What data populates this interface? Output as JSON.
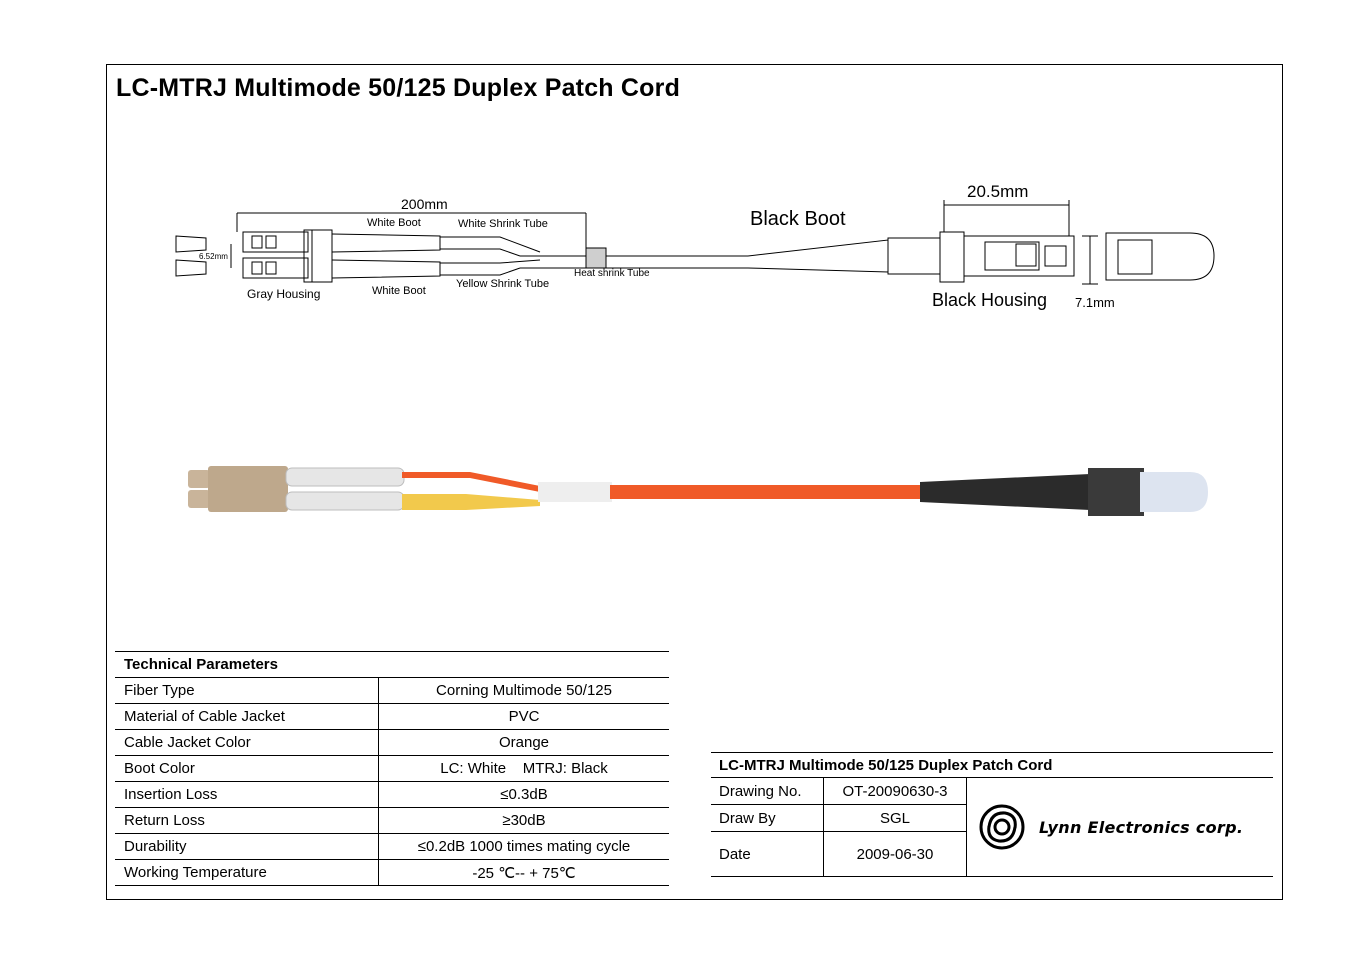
{
  "title": "LC-MTRJ Multimode 50/125 Duplex Patch Cord",
  "drawing_labels": {
    "length_200": "200mm",
    "white_boot_top": "White Boot",
    "white_shrink_tube": "White Shrink Tube",
    "dim_652": "6.52mm",
    "gray_housing": "Gray Housing",
    "white_boot_bottom": "White Boot",
    "yellow_shrink_tube": "Yellow Shrink Tube",
    "heat_shrink_tube": "Heat shrink Tube",
    "black_boot": "Black Boot",
    "length_205": "20.5mm",
    "black_housing": "Black Housing",
    "dim_71": "7.1mm"
  },
  "tech_params": {
    "heading": "Technical Parameters",
    "rows": [
      {
        "name": "Fiber Type",
        "value": "Corning Multimode 50/125"
      },
      {
        "name": "Material of Cable Jacket",
        "value": "PVC"
      },
      {
        "name": "Cable Jacket Color",
        "value": "Orange"
      },
      {
        "name": "Boot Color",
        "value": "LC: White    MTRJ: Black"
      },
      {
        "name": "Insertion Loss",
        "value": "≤0.3dB"
      },
      {
        "name": "Return Loss",
        "value": "≥30dB"
      },
      {
        "name": "Durability",
        "value": "≤0.2dB 1000 times mating cycle"
      },
      {
        "name": "Working Temperature",
        "value": "-25 ℃-- + 75℃"
      }
    ]
  },
  "title_block": {
    "heading": "LC-MTRJ Multimode 50/125 Duplex Patch Cord",
    "drawing_no_label": "Drawing No.",
    "drawing_no": "OT-20090630-3",
    "draw_by_label": "Draw By",
    "draw_by": "SGL",
    "date_label": "Date",
    "date": "2009-06-30",
    "company": "Lynn Electronics corp.",
    "logo_icon": "swirl-logo-icon"
  },
  "colors": {
    "cable_orange": "#f05a28",
    "yellow_tube": "#f2c94c",
    "lc_beige": "#c9b49a",
    "boot_white": "#e6e6e6",
    "mtrj_black": "#2b2b2b"
  }
}
